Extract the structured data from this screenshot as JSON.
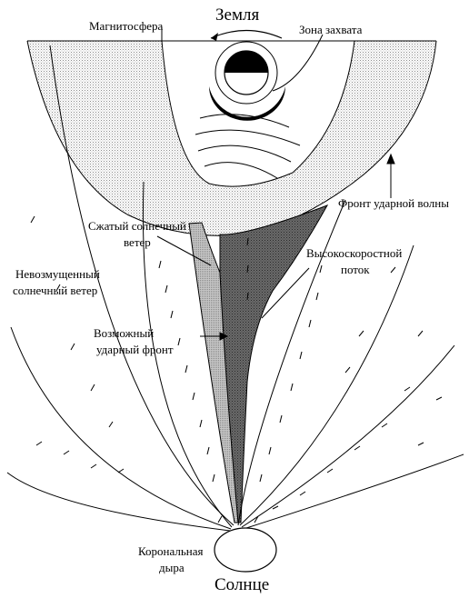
{
  "diagram": {
    "labels": {
      "earth": "Земля",
      "sun": "Солнце",
      "magnetosphere": "Магнитосфера",
      "capture_zone": "Зона захвата",
      "shock_front": "Фронт ударной волны",
      "compressed_wind_1": "Сжатый солнечный",
      "compressed_wind_2": "ветер",
      "high_speed_1": "Высокоскоростной",
      "high_speed_2": "поток",
      "undisturbed_wind_1": "Невозмущенный",
      "undisturbed_wind_2": "солнечный ветер",
      "possible_shock_1": "Возможный",
      "possible_shock_2": "ударный фронт",
      "coronal_hole_1": "Корональная",
      "coronal_hole_2": "дыра"
    },
    "colors": {
      "line": "#000000",
      "background": "#ffffff",
      "magnetosheath_dots": "#9a9a9a",
      "compressed_wind": "#b8b8b8",
      "high_speed_stream": "#5a5a5a"
    }
  }
}
